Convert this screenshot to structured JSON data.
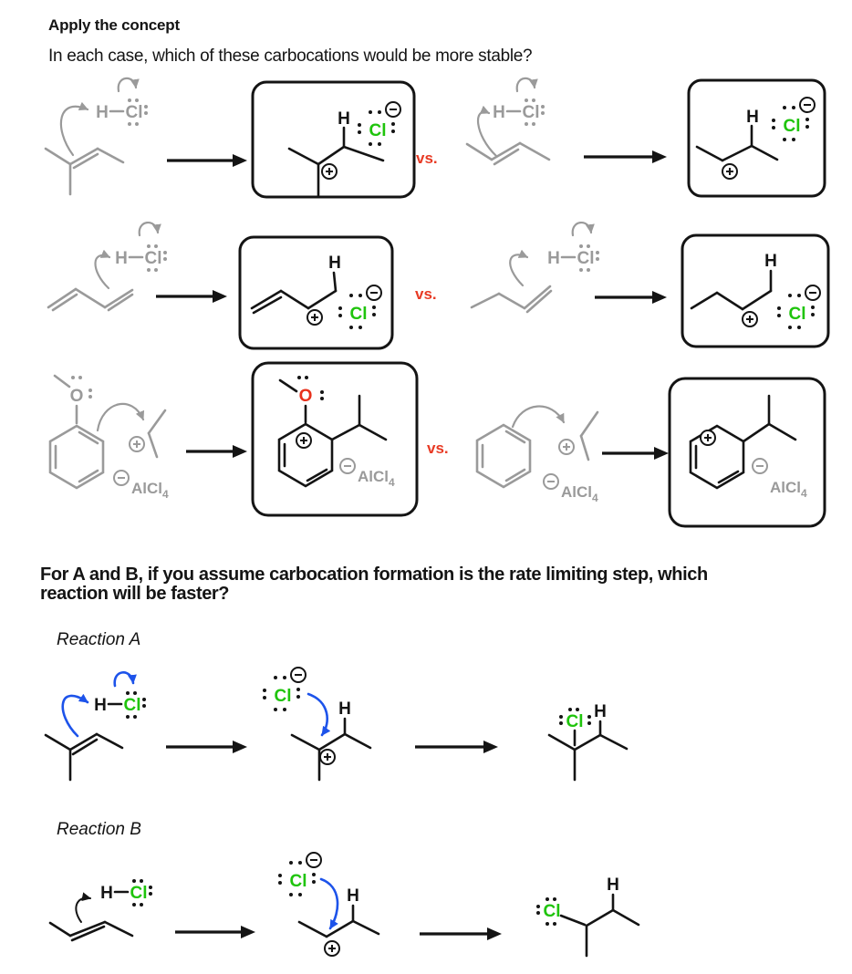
{
  "header": {
    "title": "Apply the concept",
    "subtitle": "In each case, which of these carbocations would be more stable?"
  },
  "question": {
    "line1": "For A and B, if you assume carbocation formation is the rate limiting step, which",
    "line2": "reaction will be faster?"
  },
  "sections": {
    "reaction_a": "Reaction A",
    "reaction_b": "Reaction B"
  },
  "vs_label": "vs.",
  "atoms": {
    "hydrogen": "H",
    "chlorine": "Cl",
    "oxygen": "O",
    "aluminate": "AlCl",
    "aluminate_sub": "4"
  },
  "icons": {
    "plus_charge": "⊕",
    "minus_charge": "⊖",
    "reaction_arrow": "→",
    "curved_arrow": "⤸"
  },
  "colors": {
    "chlorine_green": "#1fc40c",
    "oxygen_red": "#e8311c",
    "vs_red": "#e83a24",
    "arrow_blue": "#1d53ea",
    "faded_gray": "#9a9a9a",
    "ink": "#141414"
  }
}
